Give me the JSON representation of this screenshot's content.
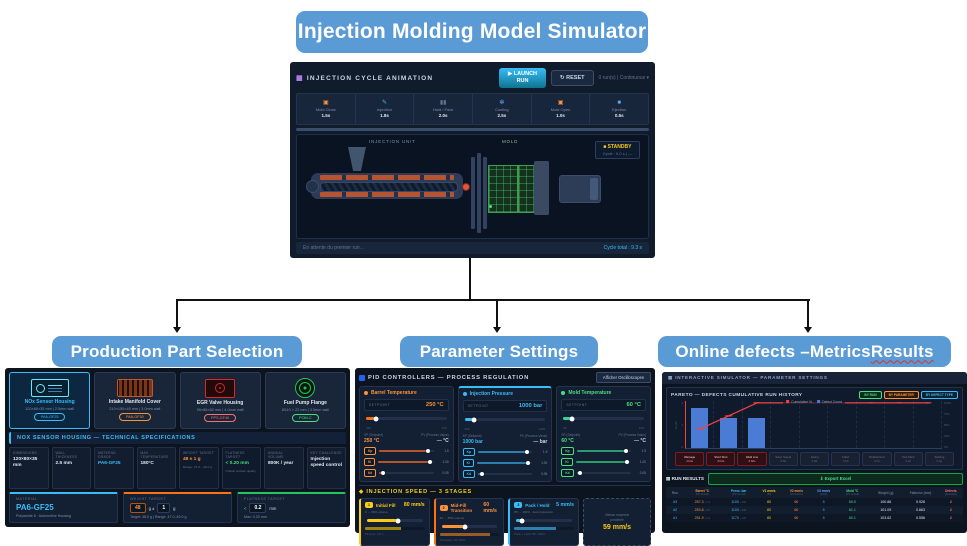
{
  "slide": {
    "title": "Injection Molding Model Simulator",
    "branches": {
      "left": "Production Part Selection",
      "center": "Parameter Settings",
      "right_main": "Online defects –Metrics ",
      "right_underlined": "Results"
    }
  },
  "simulator": {
    "title": "INJECTION CYCLE ANIMATION",
    "window_icon": "▦",
    "launch_line1": "▶ LAUNCH",
    "launch_line2": "RUN",
    "reset": "↻ RESET",
    "meta": "0 run(s)  |  Continuous ▾",
    "stages": [
      {
        "glyph": "▣",
        "label": "Mold Close",
        "duration": "1.5s"
      },
      {
        "glyph": "✎",
        "label": "Injection",
        "duration": "1.8s"
      },
      {
        "glyph": "▮▮",
        "label": "Hold / Pack",
        "duration": "2.0s"
      },
      {
        "glyph": "✻",
        "label": "Cooling",
        "duration": "2.5s"
      },
      {
        "glyph": "▣",
        "label": "Mold Open",
        "duration": "1.0s"
      },
      {
        "glyph": "■",
        "label": "Ejection",
        "duration": "0.5s"
      }
    ],
    "scene": {
      "injection_unit": "INJECTION UNIT",
      "mold": "MOLD",
      "status": "■ STANDBY",
      "status_sub": "Cycle : 0.0 s  |  —"
    },
    "footer_left": "En attente du premier run…",
    "footer_right": "Cycle total : 9.3 s"
  },
  "parts": {
    "cards": [
      {
        "name": "NOx Sensor Housing",
        "dims": "120×80×35 mm | 2.5mm wall",
        "badge": "PA6-GF25"
      },
      {
        "name": "Intake Manifold Cover",
        "dims": "210×150×45 mm | 3.0mm wall",
        "badge": "PA6-GF30"
      },
      {
        "name": "EGR Valve Housing",
        "dims": "95×85×60 mm | 4.0mm wall",
        "badge": "PPS-GF40"
      },
      {
        "name": "Fuel Pump Flange",
        "dims": "Ø110 × 22 mm | 3.5mm wall",
        "badge": "POM-C"
      }
    ],
    "spec_header": "NOX SENSOR HOUSING — TECHNICAL SPECIFICATIONS",
    "specs": [
      {
        "label": "DIMENSIONS",
        "value": "120×80×35 mm"
      },
      {
        "label": "WALL THICKNESS",
        "value": "2.5 mm"
      },
      {
        "label": "MATERIAL GRADE",
        "value": "PA6-GF25"
      },
      {
        "label": "MAX TEMPERATURE",
        "value": "180°C"
      },
      {
        "label": "WEIGHT TARGET",
        "value": "48 ± 1 g",
        "sub": "Range: 47.0 – 49.0 g"
      },
      {
        "label": "FLATNESS TARGET",
        "value": "< 0.20 mm",
        "sub": "Critical surface quality"
      },
      {
        "label": "ANNUAL VOLUME",
        "value": "800K / year"
      },
      {
        "label": "KEY CHALLENGE",
        "value": "Injection speed control"
      }
    ],
    "settings": [
      {
        "label": "MATERIAL",
        "value": "PA6-GF25",
        "sub": "Polyamide 6 · Automotive Housing"
      },
      {
        "label": "WEIGHT TARGET",
        "v1": "48",
        "unit1": "g  ±",
        "v2": "1",
        "unit2": "g",
        "sub": "Target: 48.0 g  |  Range: 47.0–49.0 g"
      },
      {
        "label": "FLATNESS TARGET",
        "prefix": "<",
        "v1": "0.2",
        "unit1": "mm",
        "sub": "Max: 0.20 mm"
      }
    ]
  },
  "pid": {
    "title": "PID CONTROLLERS — PROCESS REGULATION",
    "oscilloscope_btn": "Afficher Oscilloscopes",
    "setpoint_label": "SETPOINT",
    "sp_label": "SP (Setpoint)",
    "pv_label": "PV (Process Value)",
    "controllers": [
      {
        "name": "Barrel Temperature",
        "setpoint": "250 °C",
        "min": "240",
        "max": "320",
        "sp": "250 °C",
        "pv": "— °C",
        "gains": [
          {
            "k": "Kp",
            "v": "1.5"
          },
          {
            "k": "Ki",
            "v": "1.00"
          },
          {
            "k": "Kd",
            "v": "0.05"
          }
        ]
      },
      {
        "name": "Injection Pressure",
        "setpoint": "1000 bar",
        "min": "950",
        "max": "1400",
        "sp": "1000 bar",
        "pv": "— bar",
        "gains": [
          {
            "k": "Kp",
            "v": "1.5"
          },
          {
            "k": "Ki",
            "v": "1.00"
          },
          {
            "k": "Kd",
            "v": "0.05"
          }
        ]
      },
      {
        "name": "Mold Temperature",
        "setpoint": "60 °C",
        "min": "55",
        "max": "100",
        "sp": "60 °C",
        "pv": "— °C",
        "gains": [
          {
            "k": "Kp",
            "v": "1.5"
          },
          {
            "k": "Ki",
            "v": "1.00"
          },
          {
            "k": "Kd",
            "v": "0.05"
          }
        ]
      }
    ],
    "speed_title": "◆ INJECTION SPEED — 3 STAGES",
    "stages": [
      {
        "num": "1",
        "name": "Initial Fill",
        "sub": "0 → 60% volume",
        "value": "80 mm/s",
        "caption": "Fill time: 0.5 s"
      },
      {
        "num": "2",
        "name": "Mid-Fill Transition",
        "sub": "60 → 85% volume",
        "value": "60 mm/s",
        "caption": "Transition: 60–85%"
      },
      {
        "num": "3",
        "name": "Pack / Hold",
        "sub": "85 → 100% · decompression",
        "value": "5 mm/s",
        "caption": "Pack + Hold: 85–100%"
      }
    ],
    "summary_l1": "Vitesse moyenne",
    "summary_l2": "pondérée",
    "summary_value": "59 mm/s"
  },
  "results": {
    "window_title": "▦ INTERACTIVE SIMULATOR — PARAMETER SETTINGS",
    "pareto_title": "PARETO — DEFECTS CUMULATIVE RUN HISTORY",
    "buttons": [
      "BY RUN",
      "BY PARAMETER",
      "BY DEFECT TYPE"
    ],
    "legend": [
      "Cumulative %",
      "Defect Count"
    ],
    "count_axis_label": "Count",
    "yticks_left": [
      "4",
      "2",
      "0"
    ],
    "yticks_right": [
      "100%",
      "75%",
      "50%",
      "25%",
      "0%"
    ],
    "chips": [
      {
        "name": "Warpage",
        "count": "4 hits"
      },
      {
        "name": "Short Shot",
        "count": "3 hits"
      },
      {
        "name": "Weld Line",
        "count": "3 hits"
      },
      {
        "name": "Silver Streak",
        "count": "0 hit"
      },
      {
        "name": "Jetting",
        "count": "0 hit"
      },
      {
        "name": "Flash",
        "count": "0 hit"
      },
      {
        "name": "Bubble/Void",
        "count": "0 hit"
      },
      {
        "name": "Sink Mark",
        "count": "0 hit"
      },
      {
        "name": "Sticking",
        "count": "0 hit"
      }
    ],
    "run_results_label": "▤ RUN RESULTS",
    "export_label": "⇓  Export Excel",
    "table": {
      "columns": [
        {
          "l": "Run",
          "s": ""
        },
        {
          "l": "Barrel °C",
          "s": "(PV actual)"
        },
        {
          "l": "Press. bar",
          "s": "(PV actual)"
        },
        {
          "l": "V1 mm/s",
          "s": "(fill)"
        },
        {
          "l": "V2 mm/s",
          "s": "(transition)"
        },
        {
          "l": "V3 mm/s",
          "s": "(pack)"
        },
        {
          "l": "Mold °C",
          "s": "(PV actual)"
        },
        {
          "l": "Weight (g)",
          "s": ""
        },
        {
          "l": "Flatness (mm)",
          "s": ""
        },
        {
          "l": "Defects",
          "s": "(detected)"
        }
      ],
      "rows": [
        {
          "run": "#3",
          "barrel": "257.3",
          "barrel_note": "+7.3",
          "press": "1100",
          "press_note": "+100",
          "v1": "80",
          "v2": "60",
          "v3": "5",
          "mold": "60.0",
          "weight": "100.86",
          "flatness": "0.926",
          "defects": "2"
        },
        {
          "run": "#2",
          "barrel": "253.8",
          "barrel_note": "+3.8",
          "press": "1100",
          "press_note": "+100",
          "v1": "80",
          "v2": "60",
          "v3": "5",
          "mold": "61.1",
          "weight": "101.09",
          "flatness": "0.663",
          "defects": "2"
        },
        {
          "run": "#1",
          "barrel": "251.9",
          "barrel_note": "+1.9",
          "press": "1170",
          "press_note": "+170",
          "v1": "80",
          "v2": "60",
          "v3": "5",
          "mold": "60.1",
          "weight": "103.62",
          "flatness": "0.556",
          "defects": "2"
        }
      ]
    }
  },
  "chart_data": {
    "type": "bar",
    "title": "PARETO — DEFECTS CUMULATIVE RUN HISTORY",
    "categories": [
      "Warpage",
      "Short Shot",
      "Weld Line",
      "Silver Streak",
      "Jetting",
      "Flash",
      "Bubble/Void",
      "Sink Mark",
      "Sticking"
    ],
    "series": [
      {
        "name": "Defect Count",
        "type": "bar",
        "values": [
          4,
          3,
          3,
          0,
          0,
          0,
          0,
          0,
          0
        ]
      },
      {
        "name": "Cumulative %",
        "type": "line",
        "values": [
          40,
          70,
          100,
          100,
          100,
          100,
          100,
          100,
          100
        ]
      }
    ],
    "xlabel": "",
    "ylabel": "Count",
    "y2label": "Cumulative %",
    "ylim": [
      0,
      4
    ],
    "y2lim": [
      0,
      100
    ],
    "grid": true,
    "legend_position": "top"
  },
  "colors": {
    "accent_blue": "#5B9BD5",
    "cyan": "#38bdf8",
    "orange": "#fb923c",
    "green": "#4ade80",
    "yellow": "#facc15",
    "red": "#ef4444",
    "bar_blue": "#4a7cd6"
  }
}
